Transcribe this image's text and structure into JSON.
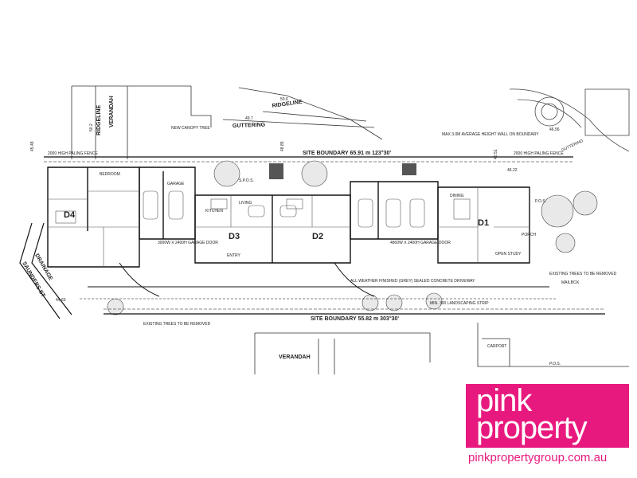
{
  "plan": {
    "site_boundary_top": "SITE BOUNDARY 65.91 m 123°30'",
    "site_boundary_bottom": "SITE BOUNDARY 55.82 m 303°30'",
    "ridgeline_top": "RIDGELINE",
    "ridgeline_left": "RIDGELINE",
    "guttering": "GUTTERING",
    "guttering_right": "GUTTERING",
    "verandah_top": "VERANDAH",
    "verandah_bottom": "VERANDAH",
    "carport": "CARPORT",
    "pos": "P.O.S.",
    "levels": {
      "l1": "50.6",
      "l2": "49.7",
      "l3": "50.2",
      "l4": "46.56",
      "l5": "46.22",
      "l6": "46.51",
      "l7": "44.63",
      "l8": "45.48",
      "l9": "48.85"
    },
    "fence_top": "2000 HIGH PALING FENCE",
    "fence_mid": "2000 HIGH PALING FENCE",
    "new_canopy": "NEW CANOPY TREE",
    "max_height_wall": "MAX 3.0M AVERAGE HEIGHT WALL ON BOUNDARY",
    "landscaping_strip": "MIN. 300 LANDSCAPING STRIP",
    "driveway_note": "ALL WEATHER FINISHED (GREY) SEALED CONCRETE DRIVEWAY",
    "existing_trees": "EXISTING TREES TO BE REMOVED",
    "existing_trees_2": "EXISTING TREES TO BE REMOVED",
    "letterbox": "MAILBOX",
    "street": "SAUNDERS ST",
    "drainage": "DRAINAGE",
    "units": {
      "d1": "D1",
      "d2": "D2",
      "d3": "D3",
      "d4": "D4"
    },
    "rooms": {
      "kitchen": "KITCHEN",
      "living": "LIVING",
      "garage": "GARAGE",
      "bedroom": "BEDROOM",
      "dining": "DINING",
      "entry": "ENTRY",
      "porch": "PORCH",
      "spos": "S.P.O.S.",
      "pos_small": "P.O.S.",
      "open_study": "OPEN STUDY",
      "garage_door": "3000W X 2400H GARAGE DOOR",
      "garage_door_2": "4800W X 2400H GARAGE DOOR"
    }
  },
  "brand": {
    "line1": "pink",
    "line2": "property",
    "url": "pinkpropertygroup.com.au",
    "color": "#e8197e"
  }
}
